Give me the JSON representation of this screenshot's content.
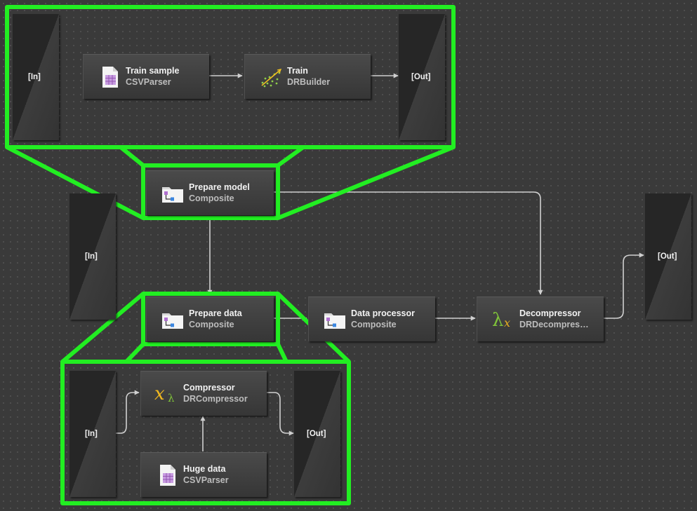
{
  "colors": {
    "highlight": "#22ee22",
    "edge": "#d0d0d0",
    "background": "#3a3a3a",
    "node_title": "#f2f2f2",
    "node_subtitle": "#bdbdbd"
  },
  "top_detail": {
    "in_port": "[In]",
    "out_port": "[Out]",
    "nodes": [
      {
        "title": "Train sample",
        "type": "CSVParser",
        "icon": "spreadsheet-icon"
      },
      {
        "title": "Train",
        "type": "DRBuilder",
        "icon": "scatter-trend-icon"
      }
    ]
  },
  "main": {
    "in_port": "[In]",
    "out_port": "[Out]",
    "nodes": [
      {
        "title": "Prepare model",
        "type": "Composite",
        "icon": "folder-composite-icon"
      },
      {
        "title": "Prepare data",
        "type": "Composite",
        "icon": "folder-composite-icon"
      },
      {
        "title": "Data processor",
        "type": "Composite",
        "icon": "folder-composite-icon"
      },
      {
        "title": "Decompressor",
        "type": "DRDecompressor",
        "icon": "lambda-x-icon"
      }
    ]
  },
  "bottom_detail": {
    "in_port": "[In]",
    "out_port": "[Out]",
    "nodes": [
      {
        "title": "Compressor",
        "type": "DRCompressor",
        "icon": "x-lambda-icon"
      },
      {
        "title": "Huge data",
        "type": "CSVParser",
        "icon": "spreadsheet-icon"
      }
    ]
  }
}
